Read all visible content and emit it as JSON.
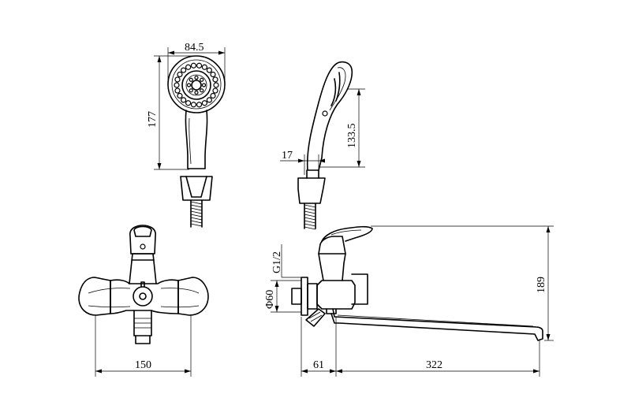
{
  "dimensions": {
    "shower_head_width": "84.5",
    "shower_head_length": "177",
    "shower_side_length": "133.5",
    "shower_side_handle": "17",
    "thread_size": "G1/2",
    "flange_diameter": "Φ60",
    "total_height": "189",
    "mixer_width": "150",
    "wall_offset": "61",
    "spout_length": "322"
  }
}
